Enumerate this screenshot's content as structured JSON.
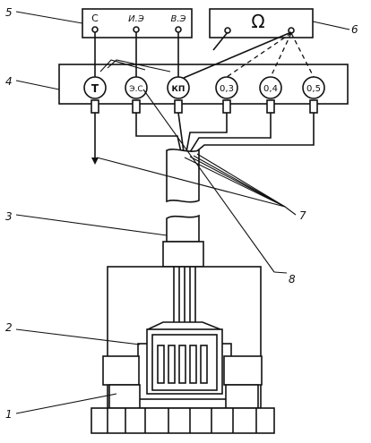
{
  "panel5": {
    "labels": [
      "С",
      "И.Э",
      "В.Э"
    ]
  },
  "panel6": {
    "symbol": "Ω"
  },
  "meters": [
    "Т",
    "Э.С",
    "КП",
    "0,3",
    "0,4",
    "0,5"
  ],
  "callouts": [
    "1",
    "2",
    "3",
    "4",
    "5",
    "6",
    "7",
    "8"
  ]
}
